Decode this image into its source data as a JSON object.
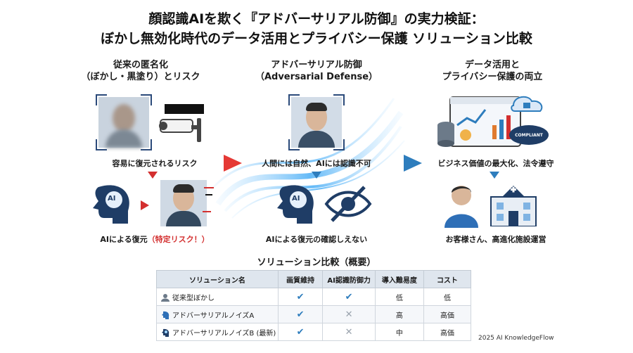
{
  "title": {
    "line1": "顔認識AIを欺く『アドバーサリアル防御』の実力検証：",
    "line2": "ぼかし無効化時代のデータ活用とプライバシー保護 ソリューション比較"
  },
  "columns": {
    "left": {
      "head1": "従来の匿名化",
      "head2": "（ぼかし・黒塗り）とリスク",
      "caption_top": "容易に復元されるリスク",
      "caption_bottom_main": "AIによる復元",
      "caption_bottom_red": "（特定リスク！）",
      "ai_label": "AI"
    },
    "middle": {
      "head1": "アドバーサリアル防御",
      "head2": "（Adversarial Defense）",
      "caption_top": "人間には自然、AIには認識不可",
      "caption_bottom": "AIによる復元の確認しえない",
      "ai_label": "AI"
    },
    "right": {
      "head1": "データ活用と",
      "head2": "プライバシー保護の両立",
      "caption_top": "ビジネス価値の最大化、法令遵守",
      "caption_bottom": "お客様さん、高進化施設運営",
      "compliant_label": "COMPLIANT"
    }
  },
  "table": {
    "heading": "ソリューション比較（概要）",
    "headers": [
      "ソリューション名",
      "画質維持",
      "AI認識防御力",
      "導入難易度",
      "コスト"
    ],
    "rows": [
      {
        "name": "従来型ぼかし",
        "quality": "check",
        "defense": "check",
        "difficulty": "低",
        "cost": "低"
      },
      {
        "name": "アドバーサリアルノイズA",
        "quality": "check",
        "defense": "cross",
        "difficulty": "高",
        "cost": "高価"
      },
      {
        "name": "アドバーサリアルノイズB (最新)",
        "quality": "check",
        "defense": "cross",
        "difficulty": "中",
        "cost": "高価"
      }
    ]
  },
  "footer": "2025 AI KnowledgeFlow",
  "colors": {
    "accent_blue": "#2e7dbd",
    "alert_red": "#d32f2f",
    "navy": "#2b4a7a"
  }
}
